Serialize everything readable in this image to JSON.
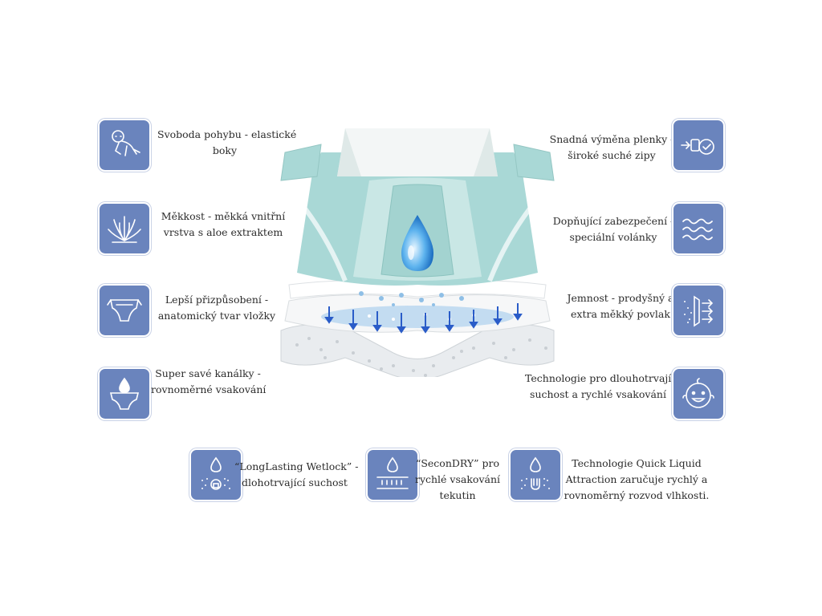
{
  "colors": {
    "icon_bg": "#6a84bd",
    "accent_teal": "#a9d8d6",
    "arrow_blue": "#2a5cc8"
  },
  "features": {
    "f1": {
      "icon": "baby-crawling-icon",
      "lines": [
        "Svoboda pohybu - elastické",
        "boky"
      ]
    },
    "f2": {
      "icon": "aloe-icon",
      "lines": [
        "Měkkost - měkká vnitřní",
        "vrstva s aloe extraktem"
      ]
    },
    "f3": {
      "icon": "anatomic-diaper-icon",
      "lines": [
        "Lepší přizpůsobení -",
        "anatomický tvar vložky"
      ]
    },
    "f4": {
      "icon": "diaper-drop-icon",
      "lines": [
        "Super savé kanálky -",
        "rovnoměrné vsakování"
      ]
    },
    "f5": {
      "icon": "fastener-check-icon",
      "lines": [
        "Snadná výměna plenky -",
        "široké suché zipy"
      ]
    },
    "f6": {
      "icon": "waves-icon",
      "lines": [
        "Dopňující zabezpečení -",
        "speciální volánky"
      ]
    },
    "f7": {
      "icon": "breathable-layer-icon",
      "lines": [
        "Jemnost - prodyšný a",
        "extra měkký povlak"
      ]
    },
    "f8": {
      "icon": "smiling-baby-icon",
      "lines": [
        "Technologie pro dlouhotrvající",
        "suchost a rychlé vsakování"
      ]
    },
    "f9": {
      "icon": "wetlock-drop-icon",
      "lines": [
        "“LongLasting Wetlock” -",
        "dlohotrvající suchost"
      ]
    },
    "f10": {
      "icon": "secondry-layers-icon",
      "lines": [
        "“SeconDRY” pro",
        "rychlé vsakování",
        "tekutin"
      ]
    },
    "f11": {
      "icon": "liquid-attraction-icon",
      "lines": [
        "Technologie Quick Liquid",
        "Attraction zaručuje rychlý a",
        "rovnoměrný rozvod vlhkosti."
      ]
    }
  }
}
